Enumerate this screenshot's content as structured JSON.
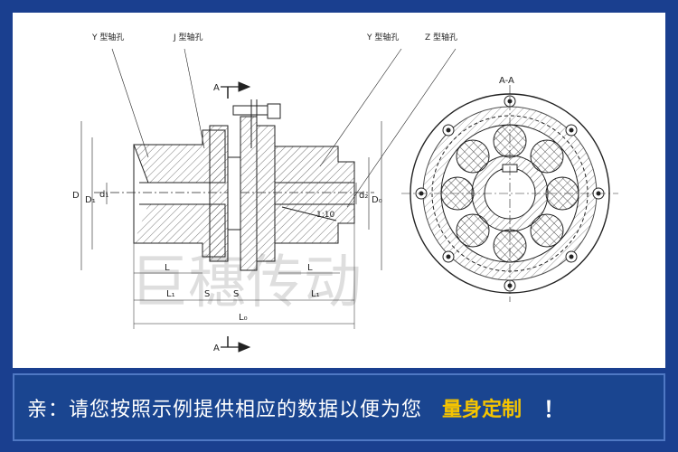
{
  "drawing": {
    "left_labels": {
      "y_hole": "Y 型轴孔",
      "j_hole": "J 型轴孔",
      "y_hole_right": "Y 型轴孔",
      "z_hole": "Z 型轴孔",
      "section_top": "A",
      "section_bottom": "A",
      "section_view": "A-A"
    },
    "dims": {
      "D": "D",
      "D1": "D₁",
      "d1": "d₁",
      "d2": "d₂",
      "D0": "D₀",
      "L_left": "L",
      "L_right": "L",
      "L1_left": "L₁",
      "L1_right": "L₁",
      "S_left": "S",
      "S_right": "S",
      "L0": "L₀",
      "taper": "1:10"
    },
    "watermark": "巨穗传动"
  },
  "banner": {
    "text": "亲：请您按照示例提供相应的数据以便为您",
    "highlight": "量身定制",
    "exclaim": "！",
    "highlight_color": "#f5c400"
  }
}
